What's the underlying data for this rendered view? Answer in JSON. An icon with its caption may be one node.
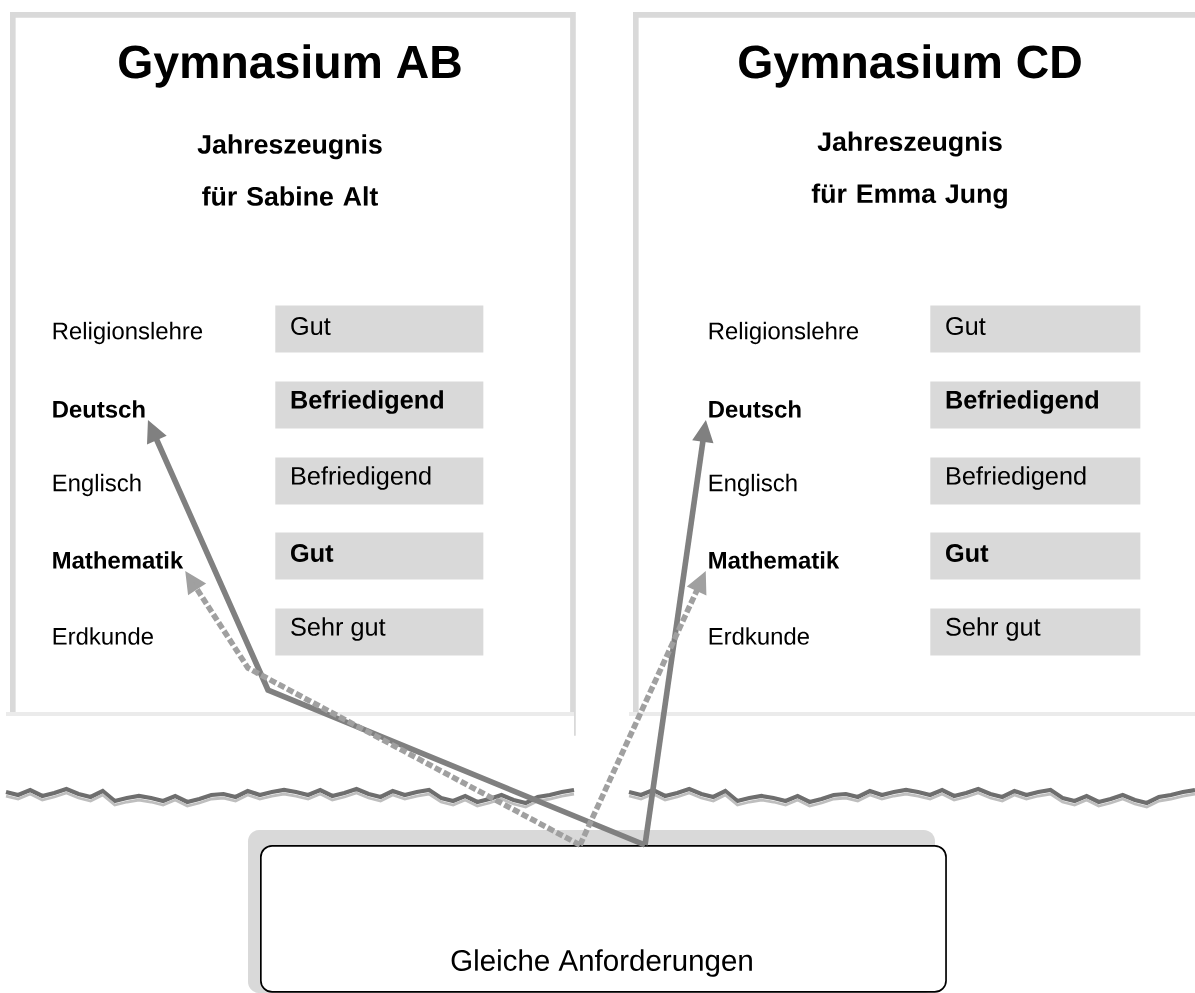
{
  "diagram": {
    "nodes": [
      {
        "text": [
          "Gymnasium AB",
          "Jahreszeugnis für Sabine Alt"
        ]
      },
      {
        "text": [
          "Gut"
        ],
        "in": 0
      },
      {
        "text": [
          "Deutsch"
        ],
        "in": 0
      },
      {
        "text": [
          "Befriedigend"
        ],
        "in": 0
      },
      {
        "text": [
          "Befriedigend"
        ],
        "in": 0
      },
      {
        "text": [
          "Mathematik"
        ],
        "in": 0
      },
      {
        "text": [
          "Gut"
        ],
        "in": 0
      },
      {
        "text": [
          "Sehr gut"
        ],
        "in": 0
      },
      {
        "text": [
          "Gymnasium CD",
          "Jahreszeugnis für Emma Jung"
        ]
      },
      {
        "text": [
          "Gut"
        ],
        "in": 8
      },
      {
        "text": [
          "Deutsch"
        ],
        "in": 8
      },
      {
        "text": [
          "Befriedigend"
        ],
        "in": 8
      },
      {
        "text": [
          "Befriedigend"
        ],
        "in": 8
      },
      {
        "text": [
          "Mathematik"
        ],
        "in": 8
      },
      {
        "text": [
          "Gut"
        ],
        "in": 8
      },
      {
        "text": [
          "Sehr gut"
        ],
        "in": 8
      },
      {
        "text": [
          "Gleiche Anforderungen"
        ]
      }
    ],
    "edges": [
      {
        "from": 16,
        "to": 2,
        "arrow": "to"
      },
      {
        "from": 16,
        "to": 5,
        "arrow": "to",
        "style": "dashed"
      },
      {
        "from": 16,
        "to": 10,
        "arrow": "to"
      },
      {
        "from": 16,
        "to": 13,
        "arrow": "to",
        "style": "dashed"
      }
    ],
    "labels": [
      "Religionslehre",
      "Englisch",
      "Erdkunde",
      "Religionslehre",
      "Englisch",
      "Erdkunde"
    ]
  }
}
